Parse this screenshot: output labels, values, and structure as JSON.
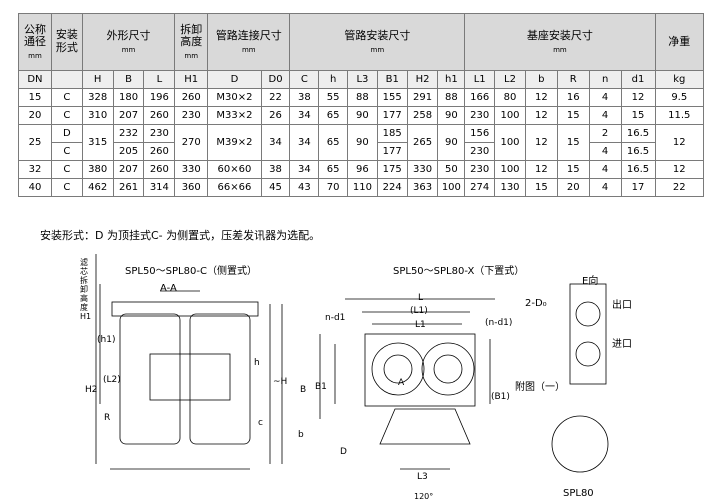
{
  "header": {
    "nominal_dia": "公称通径",
    "nominal_unit": "mm",
    "install_type": "安装形式",
    "overall_dims": "外形尺寸",
    "overall_unit": "mm",
    "removal_height": "拆卸高度",
    "removal_unit": "mm",
    "pipe_conn": "管路连接尺寸",
    "pipe_conn_unit": "mm",
    "pipe_install": "管路安装尺寸",
    "pipe_install_unit": "mm",
    "base_install": "基座安装尺寸",
    "base_unit": "mm",
    "net_weight": "净重"
  },
  "subheader": [
    "DN",
    "",
    "H",
    "B",
    "L",
    "H1",
    "D",
    "D0",
    "C",
    "h",
    "L3",
    "B1",
    "H2",
    "h1",
    "L1",
    "L2",
    "b",
    "R",
    "n",
    "d1",
    "kg"
  ],
  "rows": {
    "dn15": [
      "15",
      "C",
      "328",
      "180",
      "196",
      "260",
      "M30×2",
      "22",
      "38",
      "55",
      "88",
      "155",
      "291",
      "88",
      "166",
      "80",
      "12",
      "16",
      "4",
      "12",
      "9.5"
    ],
    "dn20": [
      "20",
      "C",
      "310",
      "207",
      "260",
      "230",
      "M33×2",
      "26",
      "34",
      "65",
      "90",
      "177",
      "258",
      "90",
      "230",
      "100",
      "12",
      "15",
      "4",
      "15",
      "11.5"
    ],
    "dn25": {
      "dn": "25",
      "type_a": "D",
      "type_b": "C",
      "H": "315",
      "B_a": "232",
      "B_b": "205",
      "L_a": "230",
      "L_b": "260",
      "H1": "270",
      "D": "M39×2",
      "D0": "34",
      "C": "34",
      "h": "65",
      "L3": "90",
      "B1_a": "185",
      "B1_b": "177",
      "H2": "265",
      "h1": "90",
      "L1_a": "156",
      "L1_b": "230",
      "L2": "100",
      "b": "12",
      "R": "15",
      "n_a": "2",
      "n_b": "4",
      "d1_a": "16.5",
      "d1_b": "16.5",
      "kg": "12"
    },
    "dn32": [
      "32",
      "C",
      "380",
      "207",
      "260",
      "330",
      "60×60",
      "38",
      "34",
      "65",
      "96",
      "175",
      "330",
      "50",
      "230",
      "100",
      "12",
      "15",
      "4",
      "16.5",
      "12"
    ],
    "dn40": [
      "40",
      "C",
      "462",
      "261",
      "314",
      "360",
      "66×66",
      "45",
      "43",
      "70",
      "110",
      "224",
      "363",
      "100",
      "274",
      "130",
      "15",
      "20",
      "4",
      "17",
      "22"
    ]
  },
  "note": "安装形式：D 为顶挂式C- 为侧置式，压差发讯器为选配。",
  "drawing": {
    "side_title": "SPL50～SPL80-C（侧置式）",
    "bottom_title": "SPL50～SPL80-X（下置式）",
    "removal_label": "滤芯拆卸高度H1",
    "section": "A-A",
    "e_view": "E向",
    "port_out": "出口",
    "port_in": "进口",
    "port_label": "2-D₀",
    "appendix": "附图（一）",
    "model": "SPL80",
    "angle": "120°",
    "dims": {
      "h1": "(h1)",
      "L2": "(L2)",
      "H2": "H2",
      "R": "R",
      "h": "h",
      "H": "~H",
      "c": "c",
      "L": "L",
      "L1p": "(L1)",
      "L1": "L1",
      "nd1": "n-d1",
      "nd1p": "(n-d1)",
      "B": "B",
      "B1": "B1",
      "B1p": "(B1)",
      "A": "A",
      "b": "b",
      "D": "D",
      "L3": "L3"
    }
  },
  "colors": {
    "header_bg": "#d9d9d9",
    "subheader_bg": "#eeeeee",
    "line": "#7a7a7a"
  }
}
